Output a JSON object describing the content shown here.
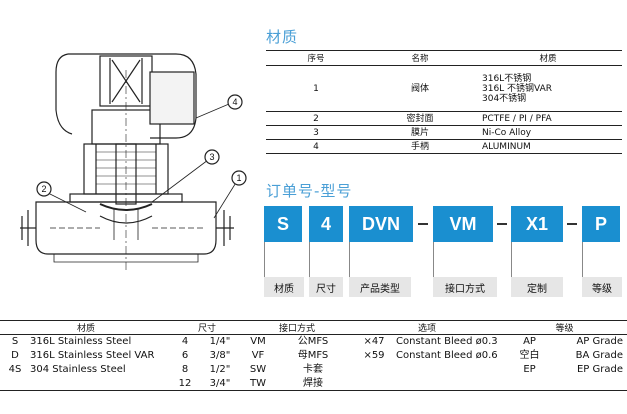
{
  "diagram": {
    "callouts": [
      "1",
      "2",
      "3",
      "4"
    ]
  },
  "material": {
    "title": "材质",
    "headers": [
      "序号",
      "名称",
      "材质"
    ],
    "rows": [
      {
        "no": "1",
        "name": "阀体",
        "mat": [
          "316L不锈钢",
          "316L 不锈钢VAR",
          "304不锈钢"
        ]
      },
      {
        "no": "2",
        "name": "密封面",
        "mat": [
          "PCTFE / PI / PFA"
        ]
      },
      {
        "no": "3",
        "name": "膜片",
        "mat": [
          "Ni-Co Alloy"
        ]
      },
      {
        "no": "4",
        "name": "手柄",
        "mat": [
          "ALUMINUM"
        ]
      }
    ]
  },
  "order": {
    "title": "订单号-型号",
    "codes": [
      "S",
      "4",
      "DVN",
      "VM",
      "X1",
      "P"
    ],
    "labels": [
      "材质",
      "尺寸",
      "产品类型",
      "接口方式",
      "定制",
      "等级"
    ]
  },
  "options": {
    "headers": [
      "材质",
      "尺寸",
      "接口方式",
      "选项",
      "等级"
    ],
    "material": [
      {
        "code": "S",
        "desc": "316L Stainless Steel"
      },
      {
        "code": "D",
        "desc": "316L Stainless Steel VAR"
      },
      {
        "code": "4S",
        "desc": "304 Stainless Steel"
      }
    ],
    "size": [
      {
        "code": "4",
        "desc": "1/4\""
      },
      {
        "code": "6",
        "desc": "3/8\""
      },
      {
        "code": "8",
        "desc": "1/2\""
      },
      {
        "code": "12",
        "desc": "3/4\""
      }
    ],
    "connection": [
      {
        "code": "VM",
        "desc": "公MFS"
      },
      {
        "code": "VF",
        "desc": "母MFS"
      },
      {
        "code": "SW",
        "desc": "卡套"
      },
      {
        "code": "TW",
        "desc": "焊接"
      }
    ],
    "option": [
      {
        "code": "×47",
        "desc": "Constant Bleed ø0.3"
      },
      {
        "code": "×59",
        "desc": "Constant Bleed ø0.6"
      }
    ],
    "grade": [
      {
        "code": "AP",
        "desc": "AP Grade"
      },
      {
        "code": "空白",
        "desc": "BA Grade"
      },
      {
        "code": "EP",
        "desc": "EP Grade"
      }
    ]
  }
}
